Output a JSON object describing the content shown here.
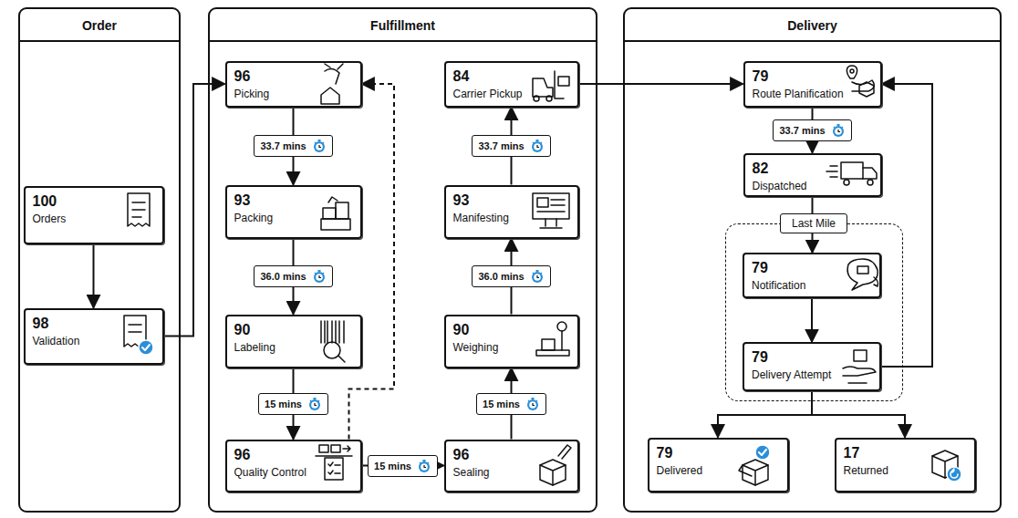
{
  "diagram": {
    "nodes": [
      {
        "text": [
          "Order"
        ]
      },
      {
        "text": [
          "Fulfillment"
        ]
      },
      {
        "text": [
          "Delivery"
        ]
      },
      {
        "text": [
          "100",
          "Orders"
        ],
        "in": 0
      },
      {
        "text": [
          "98",
          "Validation"
        ],
        "in": 0
      },
      {
        "text": [
          "96",
          "Picking"
        ],
        "in": 1
      },
      {
        "text": [
          "93",
          "Packing"
        ],
        "in": 1
      },
      {
        "text": [
          "90",
          "Labeling"
        ],
        "in": 1
      },
      {
        "text": [
          "96",
          "Quality Control"
        ],
        "in": 1
      },
      {
        "text": [
          "96",
          "Sealing"
        ],
        "in": 1
      },
      {
        "text": [
          "90",
          "Weighing"
        ],
        "in": 1
      },
      {
        "text": [
          "93",
          "Manifesting"
        ],
        "in": 1
      },
      {
        "text": [
          "84",
          "Carrier Pickup"
        ],
        "in": 1
      },
      {
        "text": [
          "79",
          "Route Planification"
        ],
        "in": 2
      },
      {
        "text": [
          "82",
          "Dispatched"
        ],
        "in": 2
      },
      {
        "text": [
          "Last Mile"
        ],
        "in": 2
      },
      {
        "text": [
          "79",
          "Notification"
        ],
        "in": 15
      },
      {
        "text": [
          "79",
          "Delivery Attempt"
        ],
        "in": 15
      },
      {
        "text": [
          "79",
          "Delivered"
        ],
        "in": 2
      },
      {
        "text": [
          "17",
          "Returned"
        ],
        "in": 2
      }
    ],
    "edges": [
      {
        "from": 3,
        "to": 4,
        "arrow": "to"
      },
      {
        "from": 4,
        "to": 5,
        "arrow": "to"
      },
      {
        "from": 5,
        "to": 6,
        "label": "33.7 mins",
        "arrow": "to"
      },
      {
        "from": 6,
        "to": 7,
        "label": "36.0 mins",
        "arrow": "to"
      },
      {
        "from": 7,
        "to": 8,
        "label": "15 mins",
        "arrow": "to"
      },
      {
        "from": 8,
        "to": 5,
        "arrow": "to"
      },
      {
        "from": 8,
        "to": 9,
        "label": "15 mins",
        "arrow": "to"
      },
      {
        "from": 9,
        "to": 10,
        "label": "15 mins",
        "arrow": "to"
      },
      {
        "from": 10,
        "to": 11,
        "label": "36.0 mins",
        "arrow": "to"
      },
      {
        "from": 11,
        "to": 12,
        "label": "33.7 mins",
        "arrow": "to"
      },
      {
        "from": 12,
        "to": 13,
        "arrow": "to"
      },
      {
        "from": 13,
        "to": 14,
        "label": "33.7 mins",
        "arrow": "to"
      },
      {
        "from": 14,
        "to": 16,
        "arrow": "to"
      },
      {
        "from": 16,
        "to": 17,
        "arrow": "to"
      },
      {
        "from": 17,
        "to": 13,
        "arrow": "to"
      },
      {
        "from": 17,
        "to": 18,
        "arrow": "to"
      },
      {
        "from": 17,
        "to": 19,
        "arrow": "to"
      }
    ]
  }
}
